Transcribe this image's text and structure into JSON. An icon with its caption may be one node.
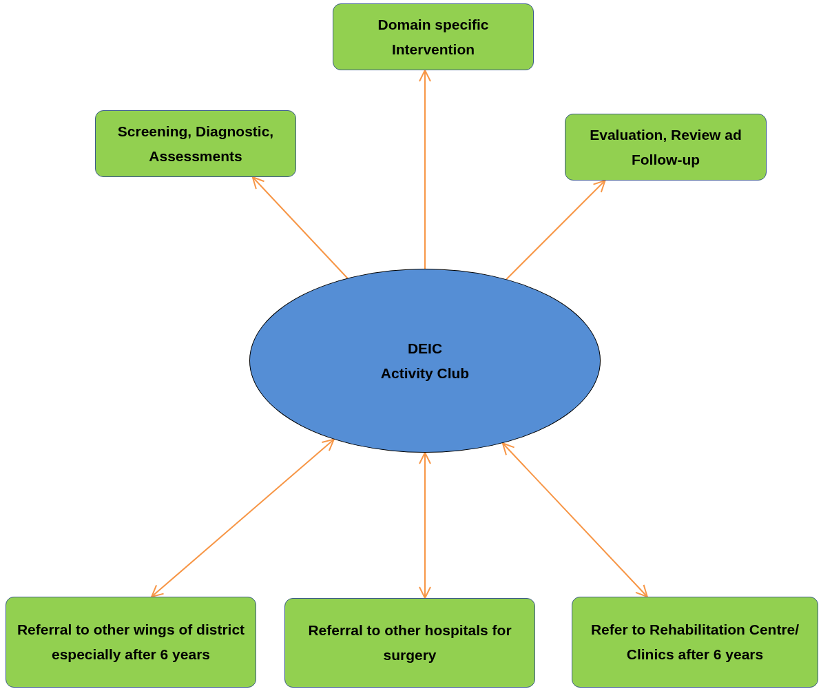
{
  "diagram": {
    "nodes": [
      {
        "text": [
          "Domain specific Intervention"
        ]
      },
      {
        "text": [
          "Screening, Diagnostic, Assessments"
        ]
      },
      {
        "text": [
          "Evaluation, Review ad Follow-up"
        ]
      },
      {
        "text": [
          "DEIC",
          "Activity Club"
        ]
      },
      {
        "text": [
          "Referral to other wings of district especially after 6 years"
        ]
      },
      {
        "text": [
          "Referral to other hospitals for surgery"
        ]
      },
      {
        "text": [
          "Refer to Rehabilitation Centre/ Clinics after 6 years"
        ]
      }
    ],
    "edges": [
      {
        "from": 3,
        "to": 0,
        "arrow": "to"
      },
      {
        "from": 3,
        "to": 1,
        "arrow": "to"
      },
      {
        "from": 3,
        "to": 2,
        "arrow": "to"
      },
      {
        "from": 3,
        "to": 4,
        "arrow": "both"
      },
      {
        "from": 3,
        "to": 5,
        "arrow": "both"
      },
      {
        "from": 3,
        "to": 6,
        "arrow": "both"
      }
    ]
  }
}
